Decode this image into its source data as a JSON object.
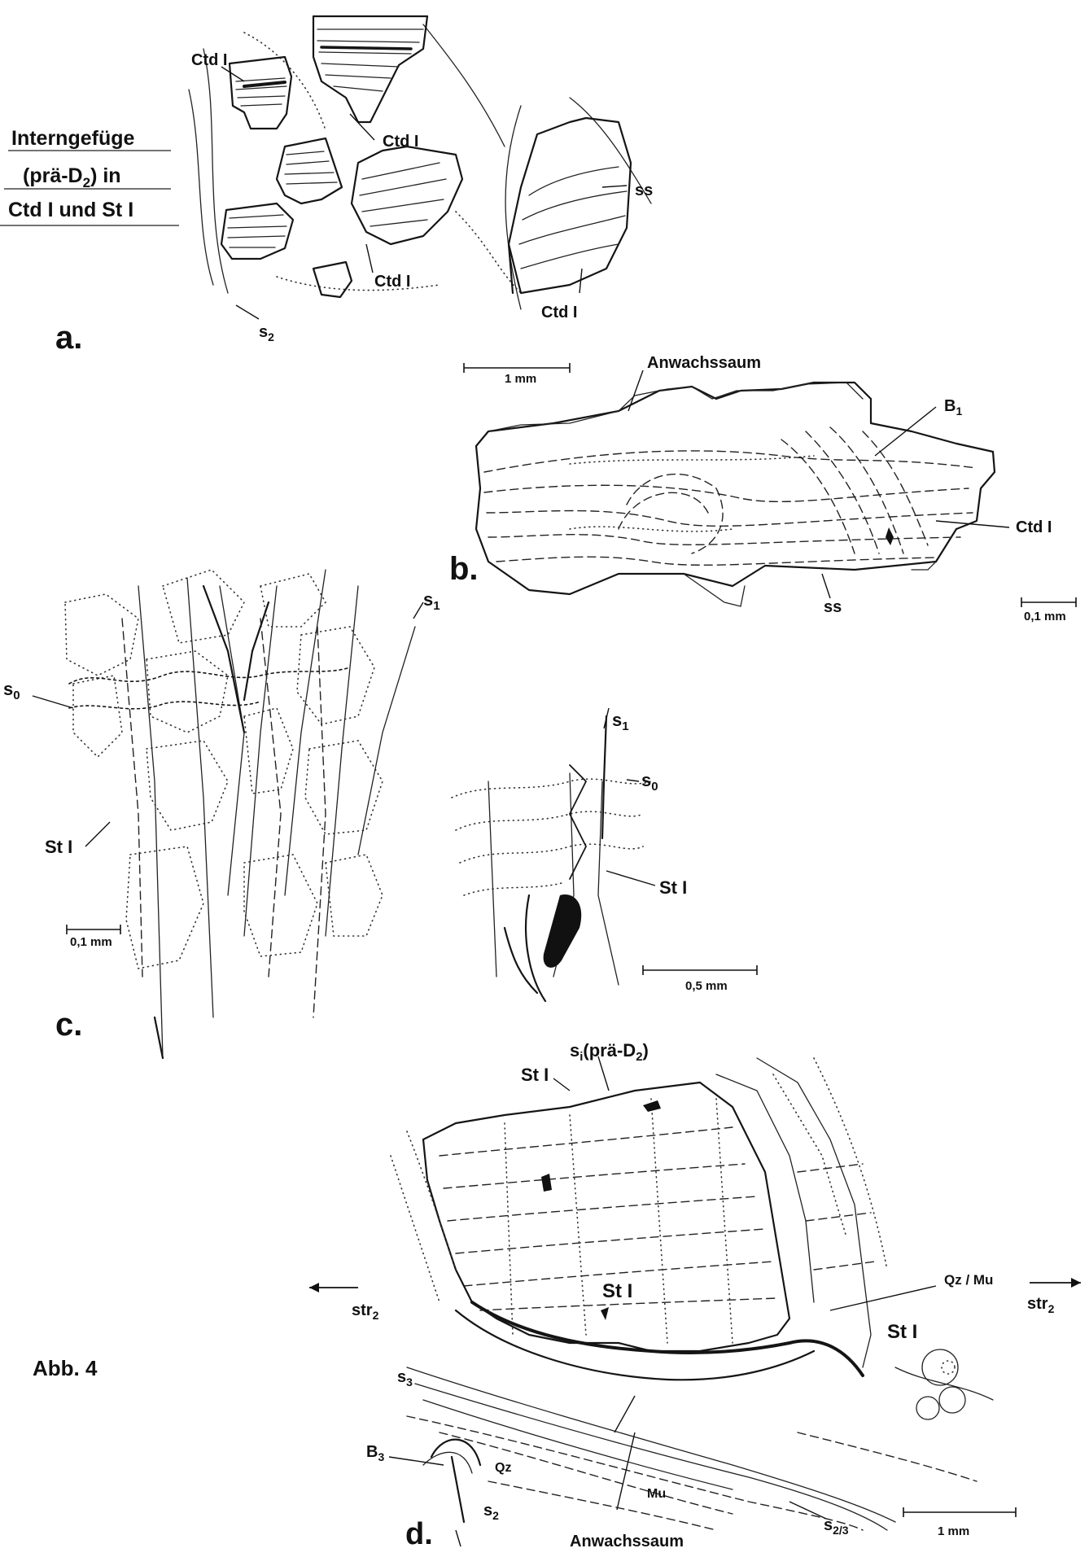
{
  "figure_label": "Abb. 4",
  "panel_a": {
    "letter": "a.",
    "caption_lines": [
      "Interngefüge",
      "(prä-D",
      "2",
      ") in",
      "Ctd I und St I"
    ],
    "labels": {
      "ctd1": "Ctd I",
      "ctd2": "Ctd I",
      "ctd3": "Ctd I",
      "ctd4": "Ctd I",
      "ss": "ss",
      "s2_main": "s",
      "s2_sub": "2"
    }
  },
  "panel_b": {
    "letter": "b.",
    "scale_top": "1 mm",
    "scale_bottom": "0,1 mm",
    "labels": {
      "anwachssaum": "Anwachssaum",
      "b1_main": "B",
      "b1_sub": "1",
      "ctd": "Ctd I",
      "ss": "ss"
    }
  },
  "panel_c": {
    "letter": "c.",
    "scale_left": "0,1 mm",
    "scale_right": "0,5 mm",
    "labels": {
      "s1_left_main": "s",
      "s1_left_sub": "1",
      "s0_left_main": "s",
      "s0_left_sub": "0",
      "st_left": "St I",
      "s1_right_main": "s",
      "s1_right_sub": "1",
      "s0_right_main": "s",
      "s0_right_sub": "0",
      "st_right": "St I"
    }
  },
  "panel_d": {
    "letter": "d.",
    "scale": "1 mm",
    "labels": {
      "si_main": "s",
      "si_sub": "i",
      "si_rest": "(prä-D",
      "si_sub2": "2",
      "si_close": ")",
      "st_top": "St I",
      "st_center": "St I",
      "st_right": "St I",
      "qz_mu": "Qz / Mu",
      "str_left_main": "str",
      "str_left_sub": "2",
      "str_right_main": "str",
      "str_right_sub": "2",
      "s3_main": "s",
      "s3_sub": "3",
      "b3_main": "B",
      "b3_sub": "3",
      "qz": "Qz",
      "mu": "Mu",
      "s2_main": "s",
      "s2_sub": "2",
      "s23_main": "s",
      "s23_sub": "2/3",
      "anwachssaum": "Anwachssaum"
    }
  }
}
